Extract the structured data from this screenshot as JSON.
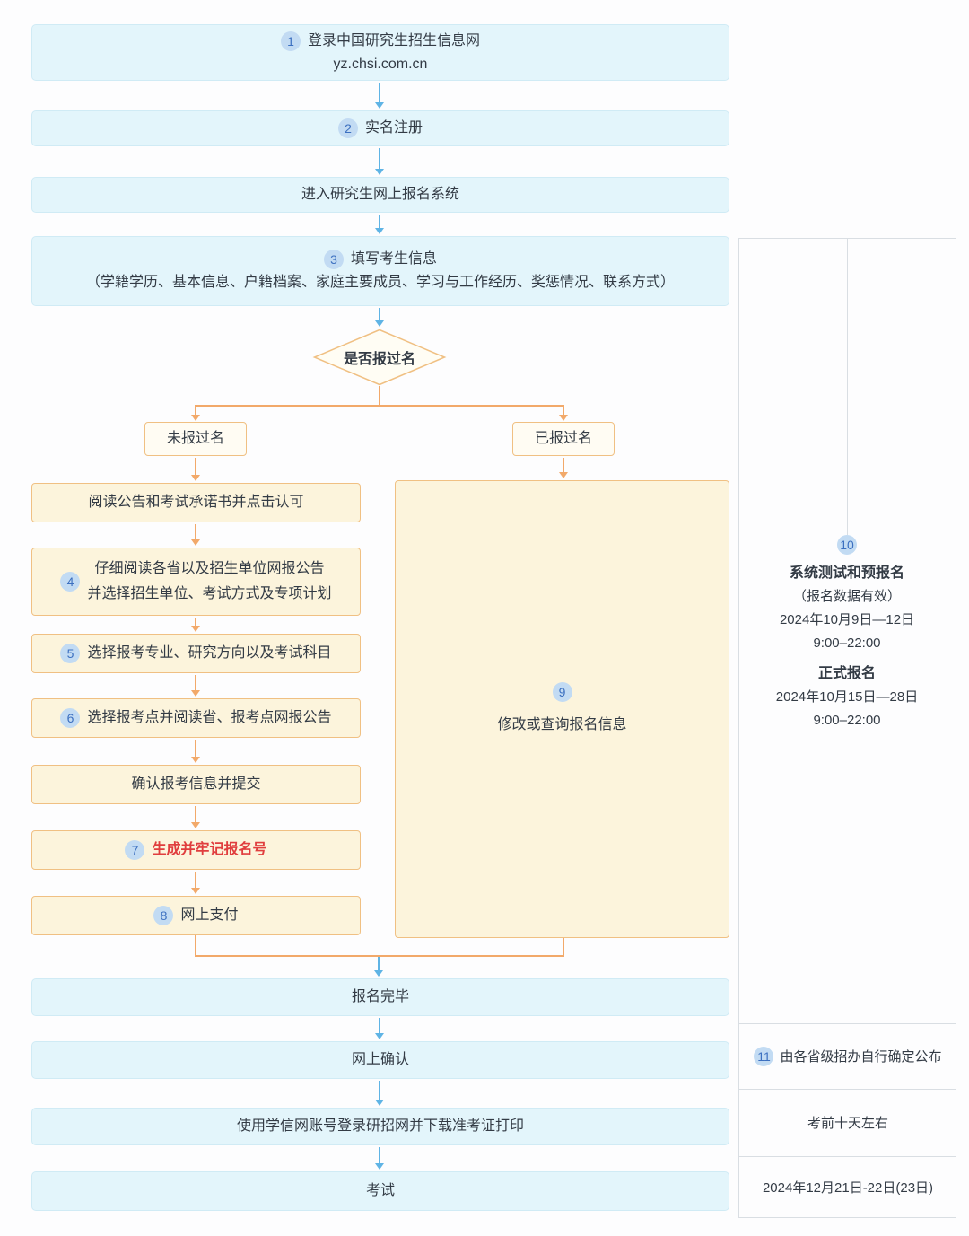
{
  "flow": {
    "step_login": {
      "num": "1",
      "title": "登录中国研究生招生信息网",
      "url": "yz.chsi.com.cn"
    },
    "step_register": {
      "num": "2",
      "label": "实名注册"
    },
    "step_enter": {
      "label": "进入研究生网上报名系统"
    },
    "step_fill": {
      "num": "3",
      "title": "填写考生信息",
      "detail": "（学籍学历、基本信息、户籍档案、家庭主要成员、学习与工作经历、奖惩情况、联系方式）"
    },
    "decision": {
      "label": "是否报过名"
    },
    "branch_left": {
      "label": "未报过名"
    },
    "branch_right": {
      "label": "已报过名"
    },
    "left_steps": [
      {
        "label": "阅读公告和考试承诺书并点击认可"
      },
      {
        "num": "4",
        "line1": "仔细阅读各省以及招生单位网报公告",
        "line2": "并选择招生单位、考试方式及专项计划"
      },
      {
        "num": "5",
        "label": "选择报考专业、研究方向以及考试科目"
      },
      {
        "num": "6",
        "label": "选择报考点并阅读省、报考点网报公告"
      },
      {
        "label": "确认报考信息并提交"
      },
      {
        "num": "7",
        "label": "生成并牢记报名号"
      },
      {
        "num": "8",
        "label": "网上支付"
      }
    ],
    "step_modify": {
      "num": "9",
      "label": "修改或查询报名信息"
    },
    "step_done": {
      "label": "报名完毕"
    },
    "step_confirm": {
      "label": "网上确认"
    },
    "step_print": {
      "label": "使用学信网账号登录研招网并下载准考证打印"
    },
    "step_exam": {
      "label": "考试"
    }
  },
  "side": {
    "pre_reg": {
      "num": "10",
      "title": "系统测试和预报名",
      "note": "（报名数据有效）",
      "date": "2024年10月9日—12日",
      "time": "9:00–22:00",
      "title2": "正式报名",
      "date2": "2024年10月15日—28日",
      "time2": "9:00–22:00"
    },
    "confirm_note": {
      "num": "11",
      "label": "由各省级招办自行确定公布"
    },
    "print_note": {
      "label": "考前十天左右"
    },
    "exam_date": {
      "label": "2024年12月21日-22日(23日)"
    }
  },
  "colors": {
    "accent_blue": "#5fb4e5",
    "accent_orange": "#f2a96a",
    "box_blue": "#e3f5fb",
    "box_blue_border": "#d0ebf5",
    "box_yellow": "#fcf4dc",
    "border_yellow": "#f0c083",
    "num_bg": "#c2dbf3",
    "num_text": "#3c70c0",
    "highlight_red": "#e03e3e",
    "line_gray": "#d9dee3",
    "text": "#333b45"
  }
}
